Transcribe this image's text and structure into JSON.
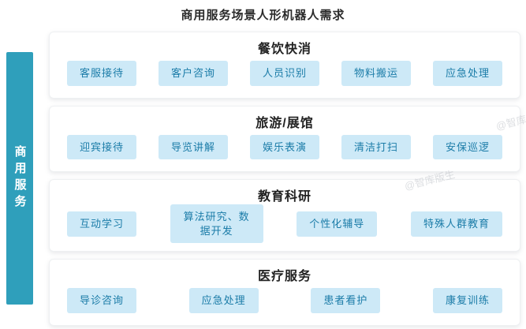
{
  "page": {
    "title": "商用服务场景人形机器人需求"
  },
  "sidebar": {
    "label": "商用服务"
  },
  "colors": {
    "sidebar_bg": "#2f9fbb",
    "chip_bg": "#cde9f7",
    "chip_text": "#1b7ca8",
    "title_text": "#2b2b2b"
  },
  "watermark": {
    "text": "@智库版生"
  },
  "sections": [
    {
      "title": "餐饮快消",
      "items": [
        "客服接待",
        "客户咨询",
        "人员识别",
        "物料搬运",
        "应急处理"
      ]
    },
    {
      "title": "旅游/展馆",
      "items": [
        "迎宾接待",
        "导览讲解",
        "娱乐表演",
        "清洁打扫",
        "安保巡逻"
      ]
    },
    {
      "title": "教育科研",
      "items": [
        "互动学习",
        "算法研究、数据开发",
        "个性化辅导",
        "特殊人群教育"
      ]
    },
    {
      "title": "医疗服务",
      "items": [
        "导诊咨询",
        "应急处理",
        "患者看护",
        "康复训练"
      ]
    }
  ]
}
